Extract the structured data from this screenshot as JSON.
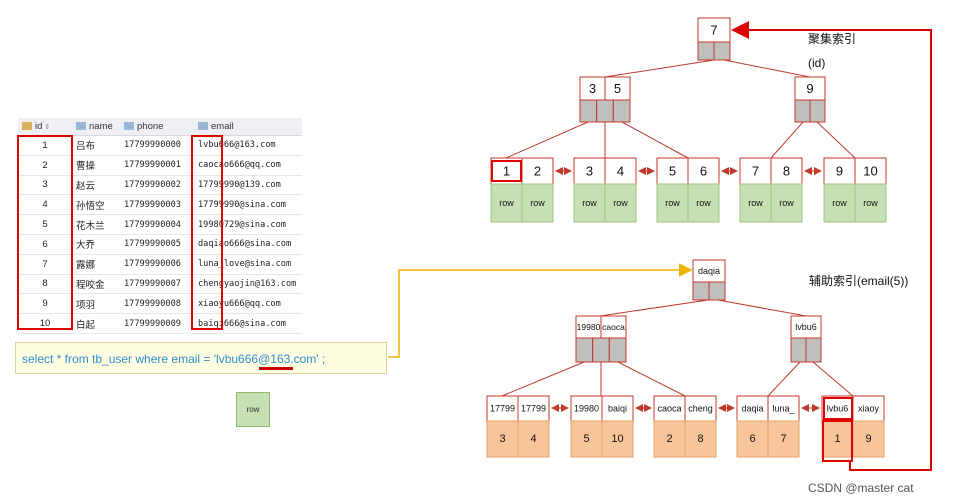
{
  "table": {
    "columns": [
      {
        "name": "id",
        "icon": "key-column-icon"
      },
      {
        "name": "name",
        "icon": "column-icon"
      },
      {
        "name": "phone",
        "icon": "column-icon"
      },
      {
        "name": "email",
        "icon": "column-icon"
      }
    ],
    "rows": [
      {
        "id": "1",
        "name": "吕布",
        "phone": "17799990000",
        "email": "lvbu666@163.com"
      },
      {
        "id": "2",
        "name": "曹操",
        "phone": "17799990001",
        "email": "caocao666@qq.com"
      },
      {
        "id": "3",
        "name": "赵云",
        "phone": "17799990002",
        "email": "17799990@139.com"
      },
      {
        "id": "4",
        "name": "孙悟空",
        "phone": "17799990003",
        "email": "17799990@sina.com"
      },
      {
        "id": "5",
        "name": "花木兰",
        "phone": "17799990004",
        "email": "19980729@sina.com"
      },
      {
        "id": "6",
        "name": "大乔",
        "phone": "17799990005",
        "email": "daqiao666@sina.com"
      },
      {
        "id": "7",
        "name": "露娜",
        "phone": "17799990006",
        "email": "luna_love@sina.com"
      },
      {
        "id": "8",
        "name": "程咬金",
        "phone": "17799990007",
        "email": "chengyaojin@163.com"
      },
      {
        "id": "9",
        "name": "项羽",
        "phone": "17799990008",
        "email": "xiaoyu666@qq.com"
      },
      {
        "id": "10",
        "name": "白起",
        "phone": "17799990009",
        "email": "baiqi666@sina.com"
      }
    ]
  },
  "sql": {
    "prefix": "select * from tb_user where email = '",
    "value": "lvbu666@163.com",
    "suffix": "' ;"
  },
  "row_label": "row",
  "clustered": {
    "title": "聚集索引",
    "subtitle": "(id)",
    "root": [
      "7"
    ],
    "internal": [
      [
        "3",
        "5"
      ],
      [
        "9"
      ]
    ],
    "leaves": [
      [
        "1",
        "2"
      ],
      [
        "3",
        "4"
      ],
      [
        "5",
        "6"
      ],
      [
        "7",
        "8"
      ],
      [
        "9",
        "10"
      ]
    ],
    "leaf_row_label": "row"
  },
  "secondary": {
    "title": "辅助索引(email(5))",
    "root": [
      "daqia"
    ],
    "internal": [
      [
        "19980",
        "caoca"
      ],
      [
        "lvbu6"
      ]
    ],
    "leaves": [
      {
        "keys": [
          "17799",
          "17799"
        ],
        "ids": [
          "3",
          "4"
        ]
      },
      {
        "keys": [
          "19980",
          "baiqi"
        ],
        "ids": [
          "5",
          "10"
        ]
      },
      {
        "keys": [
          "caoca",
          "cheng"
        ],
        "ids": [
          "2",
          "8"
        ]
      },
      {
        "keys": [
          "daqia",
          "luna_"
        ],
        "ids": [
          "6",
          "7"
        ]
      },
      {
        "keys": [
          "lvbu6",
          "xiaoy"
        ],
        "ids": [
          "1",
          "9"
        ]
      }
    ]
  },
  "colors": {
    "node_border": "#c0392b",
    "pointer_fill": "#bfbfbf",
    "row_fill": "#c6e0b4",
    "id_fill": "#f8c49a",
    "highlight": "#e00000",
    "connector": "#f0b400",
    "sql_text": "#2d8fd0"
  },
  "watermark": "CSDN @master cat"
}
